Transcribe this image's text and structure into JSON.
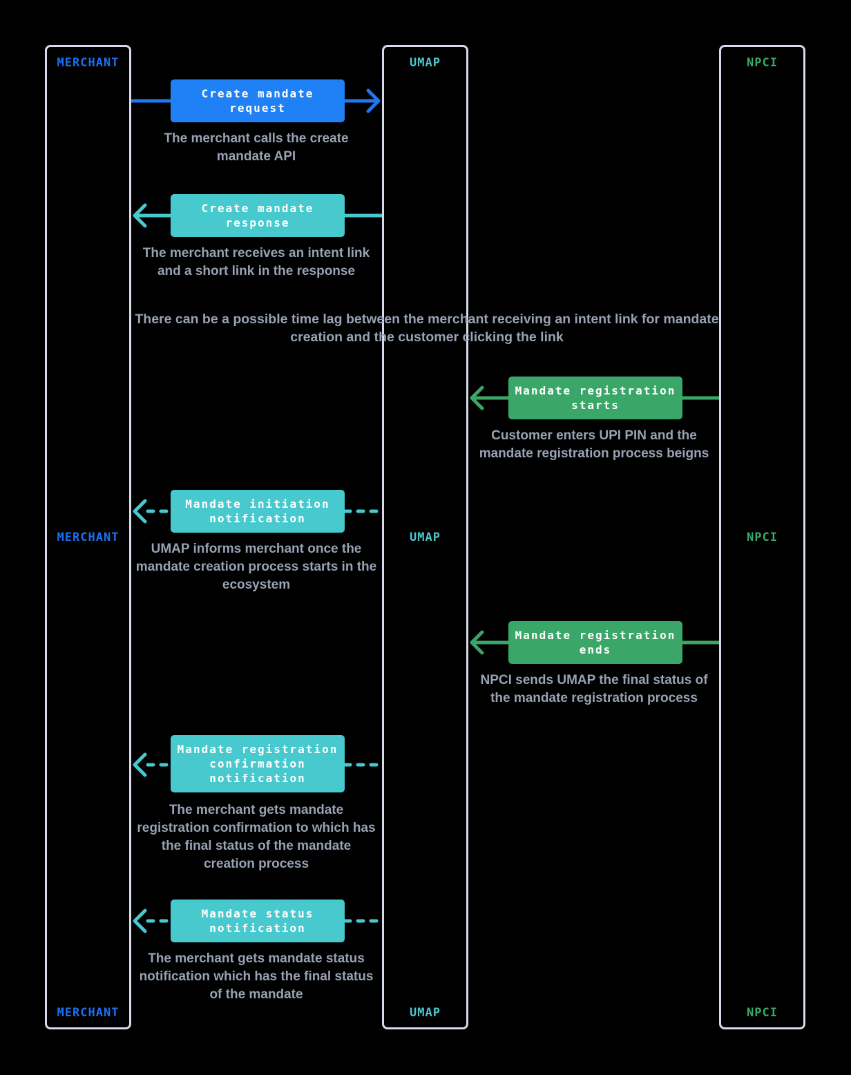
{
  "diagram": {
    "type": "sequence-diagram",
    "background": "#000000",
    "lanes": [
      {
        "id": "merchant",
        "label": "MERCHANT",
        "color": "#1c6ff0"
      },
      {
        "id": "umap",
        "label": "UMAP",
        "color": "#4cc9ce"
      },
      {
        "id": "npci",
        "label": "NPCI",
        "color": "#3aa768"
      }
    ],
    "colors": {
      "blue_box": "#2080f6",
      "blue_arrow": "#2176f2",
      "teal": "#47c9ce",
      "green": "#3aa768",
      "caption_text": "#98a2b3",
      "lane_border": "#d5dbea",
      "box_text": "#ffffff"
    },
    "messages": [
      {
        "id": "create-mandate-request",
        "title": "Create mandate\nrequest",
        "caption": "The merchant calls the create\nmandate API",
        "from": "MERCHANT",
        "to": "UMAP",
        "line_style": "solid",
        "color": "#2080f6"
      },
      {
        "id": "create-mandate-response",
        "title": "Create mandate\nresponse",
        "caption": "The merchant receives an intent link\nand a short link in the response",
        "from": "UMAP",
        "to": "MERCHANT",
        "line_style": "solid",
        "color": "#47c9ce"
      },
      {
        "id": "mandate-registration-starts",
        "title": "Mandate registration\nstarts",
        "caption": "Customer enters UPI PIN and the\nmandate registration process beigns",
        "from": "NPCI",
        "to": "UMAP",
        "line_style": "solid",
        "color": "#3aa768"
      },
      {
        "id": "mandate-initiation-notification",
        "title": "Mandate initiation\nnotification",
        "caption": "UMAP informs merchant once the\nmandate creation process starts in the\necosystem",
        "from": "UMAP",
        "to": "MERCHANT",
        "line_style": "dashed",
        "color": "#47c9ce"
      },
      {
        "id": "mandate-registration-ends",
        "title": "Mandate registration\nends",
        "caption": "NPCI sends UMAP the final status of\nthe mandate registration process",
        "from": "NPCI",
        "to": "UMAP",
        "line_style": "solid",
        "color": "#3aa768"
      },
      {
        "id": "mandate-registration-confirmation-notification",
        "title": "Mandate registration\nconfirmation\nnotification",
        "caption": "The merchant gets mandate\nregistration confirmation to which has\nthe final status of the mandate\ncreation process",
        "from": "UMAP",
        "to": "MERCHANT",
        "line_style": "dashed",
        "color": "#47c9ce"
      },
      {
        "id": "mandate-status-notification",
        "title": "Mandate status\nnotification",
        "caption": "The merchant gets mandate status\nnotification which has the final status\nof the mandate",
        "from": "UMAP",
        "to": "MERCHANT",
        "line_style": "dashed",
        "color": "#47c9ce"
      }
    ],
    "note": "There can be a possible time lag between the merchant receiving an intent link for mandate\ncreation and the customer clicking the link"
  }
}
